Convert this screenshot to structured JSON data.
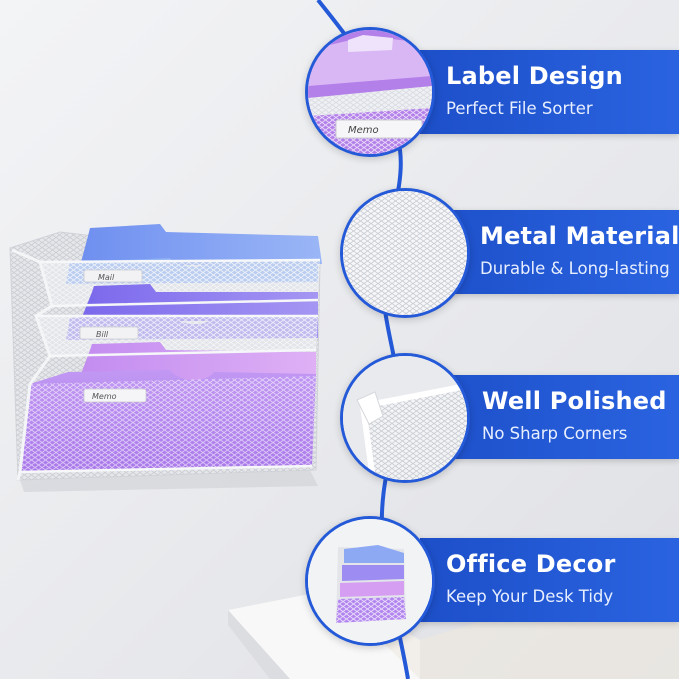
{
  "features": [
    {
      "title": "Label Design",
      "subtitle": "Perfect File Sorter",
      "icon": "label-closeup"
    },
    {
      "title": "Metal Material",
      "subtitle": "Durable & Long-lasting",
      "icon": "mesh-closeup"
    },
    {
      "title": "Well Polished",
      "subtitle": "No Sharp Corners",
      "icon": "corner-closeup"
    },
    {
      "title": "Office Decor",
      "subtitle": "Keep Your Desk Tidy",
      "icon": "organizer-thumbnail"
    }
  ],
  "product": {
    "labels": [
      "Mail",
      "Bill",
      "Memo"
    ],
    "closeup_label": "Memo"
  },
  "colors": {
    "accent": "#2459d8",
    "banner": "#1d4fc9",
    "folder_blue": "#7c9ef2",
    "folder_violet": "#8a7af0",
    "folder_purple": "#b58ef0"
  }
}
